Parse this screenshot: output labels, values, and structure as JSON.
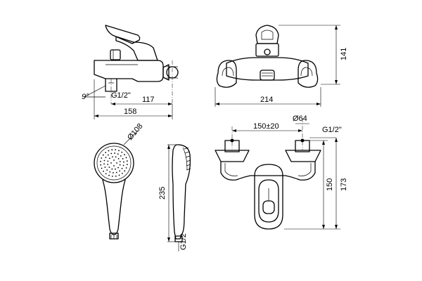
{
  "dimensions": {
    "side_slope": "9°",
    "side_thread": "G1/2\"",
    "side_width_117": "117",
    "side_width_158": "158",
    "front_height": "141",
    "front_width": "214",
    "top_spacing": "150±20",
    "top_diameter": "Ø64",
    "top_thread": "G1/2\"",
    "top_depth_150": "150",
    "top_depth_173": "173",
    "shower_diameter": "Ø108",
    "shower_length": "235",
    "shower_thread": "G1/2"
  }
}
